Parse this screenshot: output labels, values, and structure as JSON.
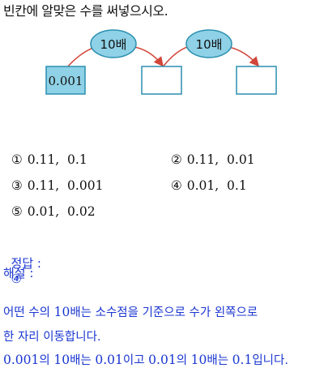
{
  "question": "빈칸에 알맞은 수를 써넣으시오.",
  "diagram": {
    "start_value": "0.001",
    "arrow_labels": [
      "10배",
      "10배"
    ],
    "blanks": [
      "",
      ""
    ],
    "colors": {
      "box_fill": "#8fd1e6",
      "box_stroke": "#2a8fb0",
      "arrow": "#d2463a"
    }
  },
  "options": [
    {
      "num": "①",
      "text": "0.11,  0.1"
    },
    {
      "num": "②",
      "text": "0.11,  0.01"
    },
    {
      "num": "③",
      "text": "0.11,  0.001"
    },
    {
      "num": "④",
      "text": "0.01,  0.1"
    },
    {
      "num": "⑤",
      "text": "0.01,  0.02"
    }
  ],
  "answer": {
    "label": "정답 :",
    "value": "④"
  },
  "explanation": {
    "label": "해설 :",
    "line1_a": "어떤 수의 ",
    "line1_b": "10",
    "line1_c": "배는 소수점을 기준으로 수가 왼쪽으로",
    "line2": "한 자리 이동합니다.",
    "line3_a": "0.001",
    "line3_b": "의 ",
    "line3_c": "10",
    "line3_d": "배는 ",
    "line3_e": "0.01",
    "line3_f": "이고 ",
    "line3_g": "0.01",
    "line3_h": "의 ",
    "line3_i": "10",
    "line3_j": "배는 ",
    "line3_k": "0.1",
    "line3_l": "입니다."
  }
}
